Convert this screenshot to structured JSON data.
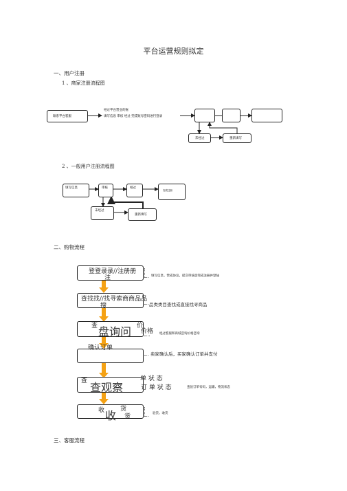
{
  "page": {
    "title": "平台运营规则拟定",
    "section1": "一、用户注册",
    "sub1": "1 、商家注册流程图",
    "sub2": "2 、一般用户注册流程图",
    "section2": "二、购物流程",
    "section3": "三、客服流程"
  },
  "merchant_flow": {
    "contact": "联系平台客服",
    "notice_line1": "经过平台营业的账",
    "notice_line2": "填写信息  审核  经过  完成账号密码进行登录",
    "fail": "未经过",
    "refill": "重新填写"
  },
  "user_flow": {
    "fill": "填写信息",
    "review": "审核",
    "pass": "经过",
    "done": "完成注册",
    "fail": "未经过",
    "refill": "重新填写"
  },
  "shopping": {
    "step1_big": "登登录录//注册册",
    "step1_small": "注",
    "step1_desc": "填写信息，赞成协议，提交审核后完成注册并登陆",
    "step2_big": "查找找//找寻索商商品品",
    "step2_small": "搜",
    "step2_desc": "品类类目查找或直接找寻商品",
    "step3_pre": "查",
    "step3_big": "盘询问",
    "step3_tail1": "价",
    "step3_tail2": "价格",
    "step3_desc": "经过客服和商城咨询价格咨询",
    "step4_big": "确认订单",
    "step4_desc": "卖家确认后，买家确认订单并支付",
    "step5_pre": "查",
    "step5_big": "查观察",
    "step5_r1": "单    状    态",
    "step5_r2": "订      单      状      态",
    "step5_desc": "查验订单号码，运输，物流状态",
    "step6_big": "收",
    "step6_l": "收",
    "step6_r1": "货",
    "step6_r2": "货",
    "step6_desc": "验货，收货"
  },
  "colors": {
    "arrow": "#f5a214",
    "line": "#222222"
  }
}
